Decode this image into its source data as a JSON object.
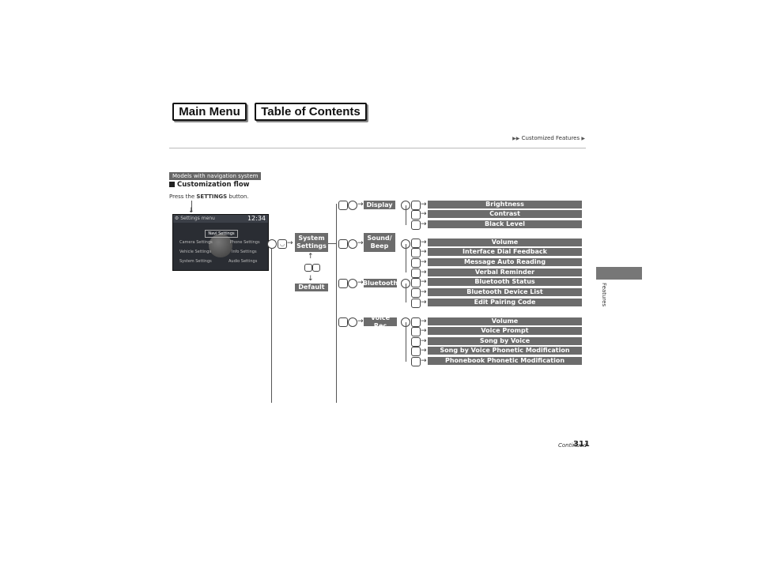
{
  "nav": {
    "main_menu": "Main Menu",
    "toc": "Table of Contents"
  },
  "breadcrumb": "Customized Features",
  "badge": "Models with navigation system",
  "section_title": "Customization flow",
  "press": {
    "pre": "Press the ",
    "button": "SETTINGS",
    "post": " button."
  },
  "screen": {
    "title": "Settings menu",
    "time": "12:34",
    "selected": "Navi Settings",
    "options": [
      "Camera Settings",
      "Phone Settings",
      "Vehicle Settings",
      "Info Settings",
      "System Settings",
      "Audio Settings"
    ]
  },
  "flow": {
    "system_settings": "System\nSettings",
    "default": "Default",
    "groups": [
      {
        "label": "Display",
        "items": [
          "Brightness",
          "Contrast",
          "Black Level"
        ]
      },
      {
        "label": "Sound/\nBeep",
        "items": [
          "Volume",
          "Interface Dial Feedback",
          "Message Auto Reading",
          "Verbal Reminder"
        ]
      },
      {
        "label": "Bluetooth",
        "items": [
          "Bluetooth Status",
          "Bluetooth Device List",
          "Edit Pairing Code"
        ]
      },
      {
        "label": "Voice Rec",
        "items": [
          "Volume",
          "Voice Prompt",
          "Song by Voice",
          "Song by Voice Phonetic Modification",
          "Phonebook Phonetic Modification"
        ]
      }
    ]
  },
  "side_tab": "Features",
  "continued": "Continued",
  "page_number": "311"
}
